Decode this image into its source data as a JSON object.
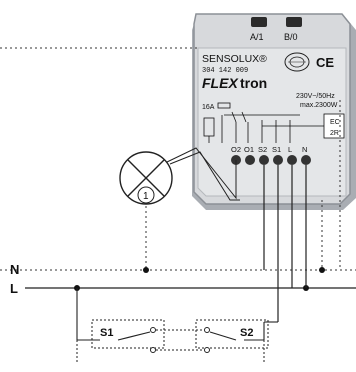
{
  "device": {
    "button_a": "A/1",
    "button_b": "B/0",
    "brand": "SENSOLUX®",
    "part_number": "304 142 009",
    "product_prefix": "FLEX",
    "product_suffix": "tron",
    "ce_mark": "CE",
    "rating_voltage": "230V~/50Hz",
    "rating_power": "max.2300W",
    "fuse": "16A",
    "mode_ec": "EC",
    "mode_2r": "2R",
    "terminals": [
      "O2",
      "O1",
      "S2",
      "S1",
      "L",
      "N"
    ]
  },
  "lamp": {
    "label": "1"
  },
  "lines": {
    "neutral": "N",
    "live": "L"
  },
  "switches": {
    "s1": "S1",
    "s2": "S2"
  },
  "colors": {
    "device_body": "#d7d9dc",
    "device_edge": "#9a9ea4",
    "wire": "#222222"
  }
}
